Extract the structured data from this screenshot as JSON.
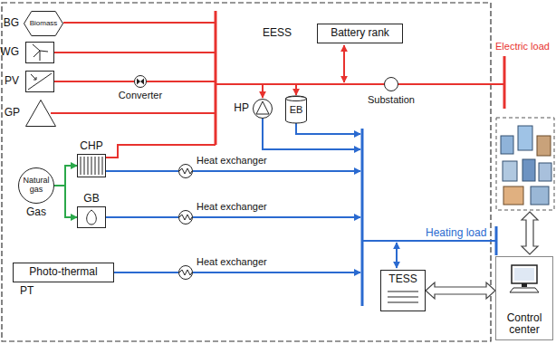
{
  "diagram": {
    "nodes": [
      {
        "text": [
          "BG",
          "Biomass"
        ]
      },
      {
        "text": [
          "WG"
        ]
      },
      {
        "text": [
          "PV"
        ]
      },
      {
        "text": [
          "Converter"
        ]
      },
      {
        "text": [
          "GP"
        ]
      },
      {
        "text": [
          "EESS",
          "Battery rank"
        ]
      },
      {
        "text": [
          "HP"
        ]
      },
      {
        "text": [
          "EB"
        ]
      },
      {
        "text": [
          "Substation"
        ]
      },
      {
        "text": [
          "Natural gas",
          "Gas"
        ]
      },
      {
        "text": [
          "CHP"
        ]
      },
      {
        "text": [
          "Heat exchanger"
        ]
      },
      {
        "text": [
          "GB"
        ]
      },
      {
        "text": [
          "Heat exchanger"
        ]
      },
      {
        "text": [
          "Photo-thermal",
          "PT"
        ]
      },
      {
        "text": [
          "Heat exchanger"
        ]
      },
      {
        "text": [
          "TESS"
        ]
      },
      {
        "text": [
          "Control center"
        ]
      }
    ],
    "edges": [
      {
        "from": 9,
        "to": 10,
        "arrow": "to"
      },
      {
        "from": 9,
        "to": 12,
        "arrow": "to"
      },
      {
        "from": 2,
        "to": 3,
        "arrow": "none"
      },
      {
        "from": 10,
        "to": 11,
        "arrow": "none"
      },
      {
        "from": 12,
        "to": 13,
        "arrow": "none"
      },
      {
        "from": 14,
        "to": 15,
        "arrow": "none"
      },
      {
        "from": 16,
        "to": 17,
        "arrow": "both"
      }
    ],
    "labels": [
      "Electric load",
      "Heating load"
    ]
  }
}
